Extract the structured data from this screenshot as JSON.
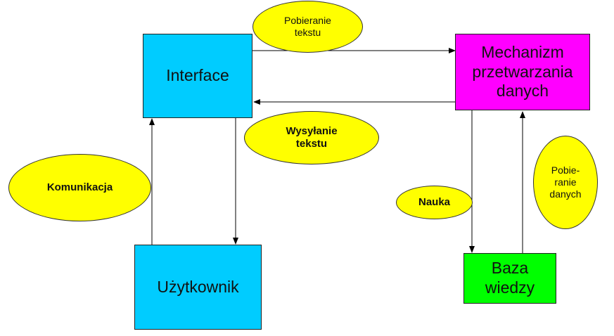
{
  "colors": {
    "interface": "#00CCFF",
    "user": "#00CCFF",
    "engine": "#FF00FF",
    "knowledge": "#00FF00",
    "ellipse": "#FFFF00",
    "line": "#000000"
  },
  "nodes": {
    "interface": "Interface",
    "user": "Użytkownik",
    "engine": "Mechanizm\nprzetwarzania\ndanych",
    "knowledge": "Baza\nwiedzy"
  },
  "labels": {
    "fetch_text": "Pobieranie\ntekstu",
    "send_text": "Wysyłanie\ntekstu",
    "communication": "Komunikacja",
    "learning": "Nauka",
    "fetch_data": "Pobie-\nranie\ndanych"
  }
}
